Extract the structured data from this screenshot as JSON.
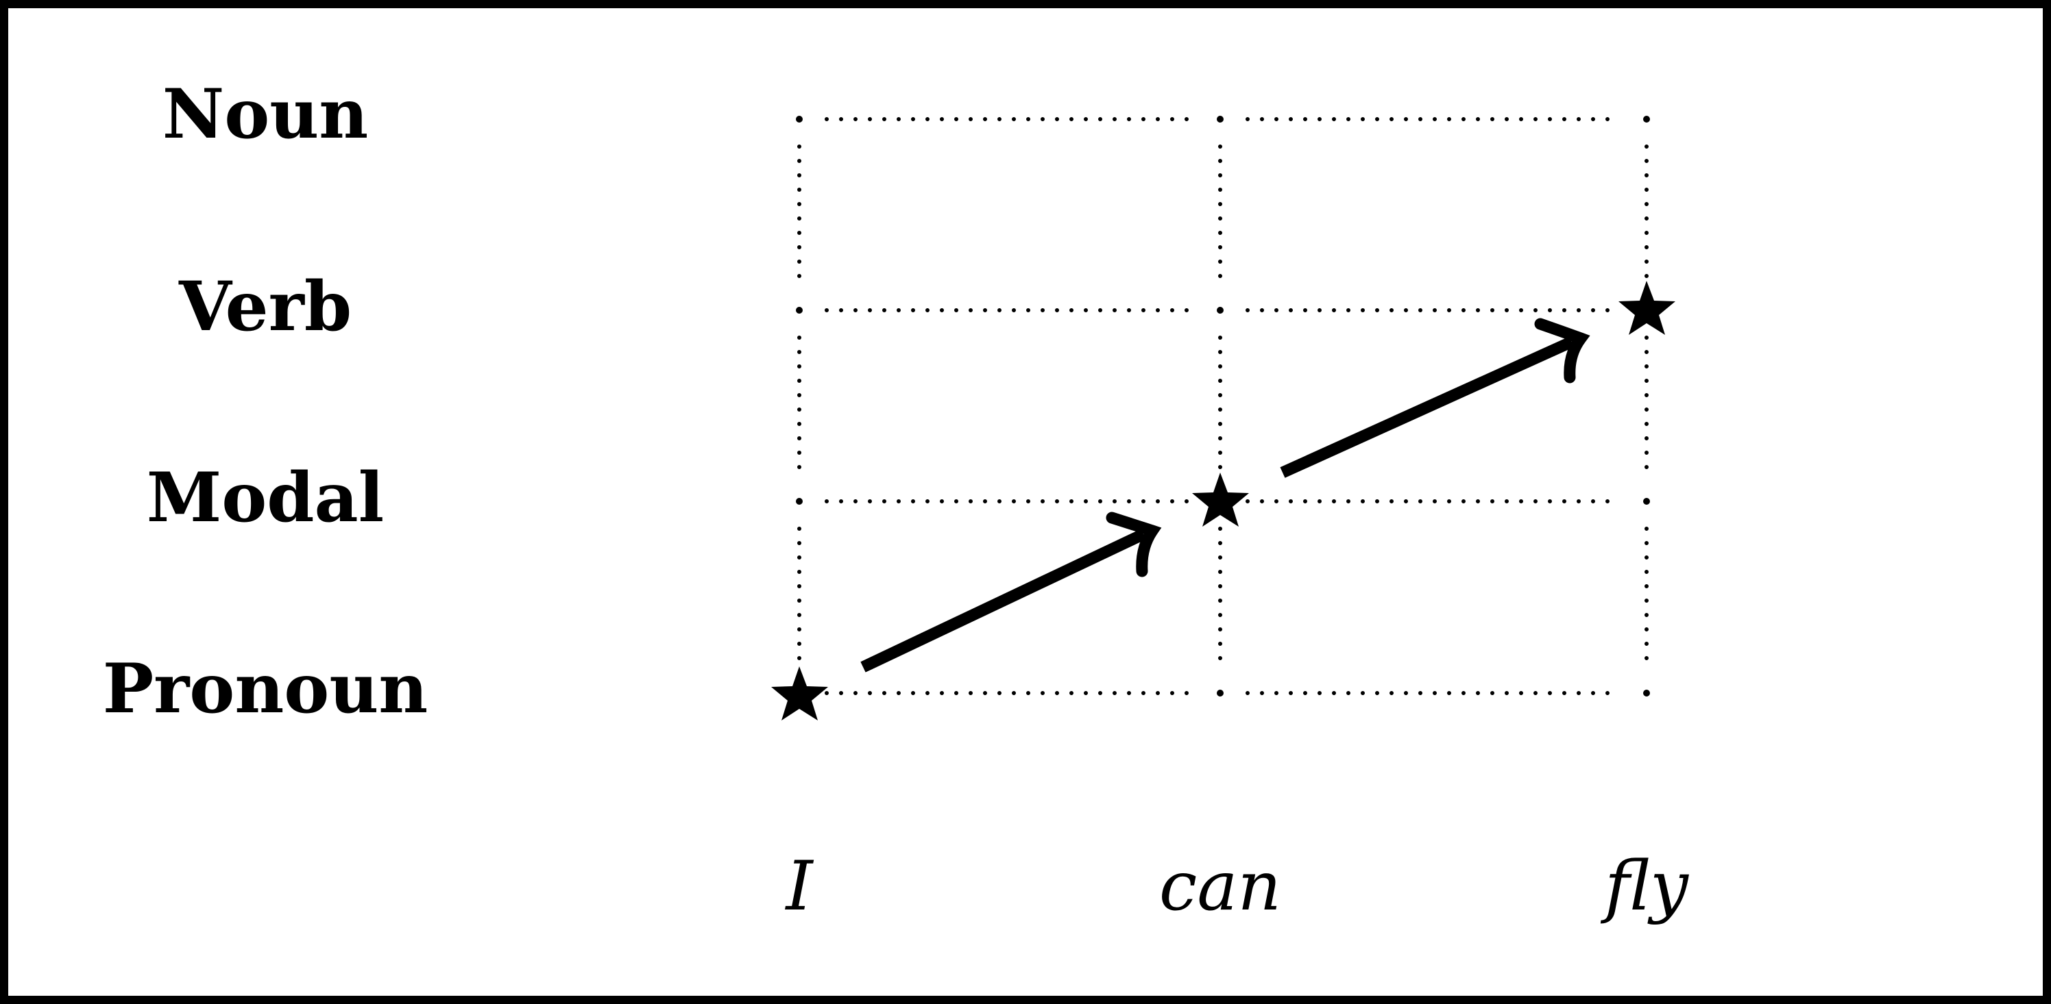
{
  "tags": [
    "Noun",
    "Verb",
    "Modal",
    "Pronoun"
  ],
  "words": [
    "I",
    "can",
    "fly"
  ],
  "path": [
    {
      "word": "I",
      "tag": "Pronoun"
    },
    {
      "word": "can",
      "tag": "Modal"
    },
    {
      "word": "fly",
      "tag": "Verb"
    }
  ],
  "colors": {
    "ink": "#000000",
    "background": "#ffffff"
  },
  "marker_icon": "star-icon"
}
